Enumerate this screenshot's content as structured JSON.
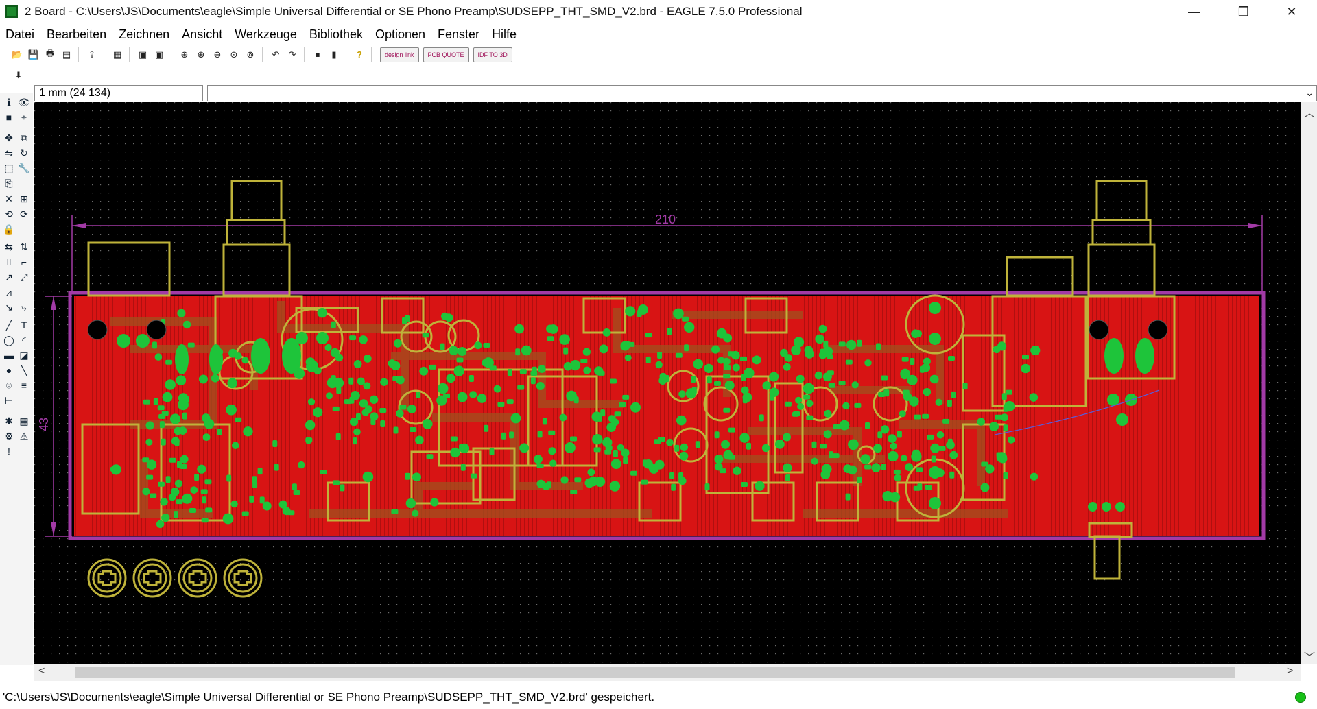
{
  "window": {
    "title": "2 Board - C:\\Users\\JS\\Documents\\eagle\\Simple Universal Differential or SE Phono Preamp\\SUDSEPP_THT_SMD_V2.brd - EAGLE 7.5.0 Professional",
    "minimize": "—",
    "restore": "❐",
    "close": "✕"
  },
  "menu": [
    "Datei",
    "Bearbeiten",
    "Zeichnen",
    "Ansicht",
    "Werkzeuge",
    "Bibliothek",
    "Optionen",
    "Fenster",
    "Hilfe"
  ],
  "toolbar": {
    "buttons": [
      "open-icon",
      "save-icon",
      "print-icon",
      "cam-icon",
      "ulp-icon",
      "board-icon",
      "script-icon",
      "script2-icon",
      "zoom-fit-icon",
      "zoom-in-icon",
      "zoom-out-icon",
      "zoom-redraw-icon",
      "zoom-select-icon",
      "undo-icon",
      "redo-icon",
      "stop-icon",
      "go-icon",
      "help-icon"
    ],
    "plugins": [
      "design link",
      "PCB QUOTE",
      "IDF TO 3D"
    ]
  },
  "grid_info": "1 mm (24 134)",
  "board": {
    "dimension_width": "210",
    "dimension_height": "43",
    "colors": {
      "background": "#000000",
      "copper": "#d81414",
      "pads": "#1ec43a",
      "outline": "#a23aa6",
      "silkscreen": "#bfb33a"
    }
  },
  "status": {
    "message": "'C:\\Users\\JS\\Documents\\eagle\\Simple Universal Differential or SE Phono Preamp\\SUDSEPP_THT_SMD_V2.brd' gespeichert."
  }
}
